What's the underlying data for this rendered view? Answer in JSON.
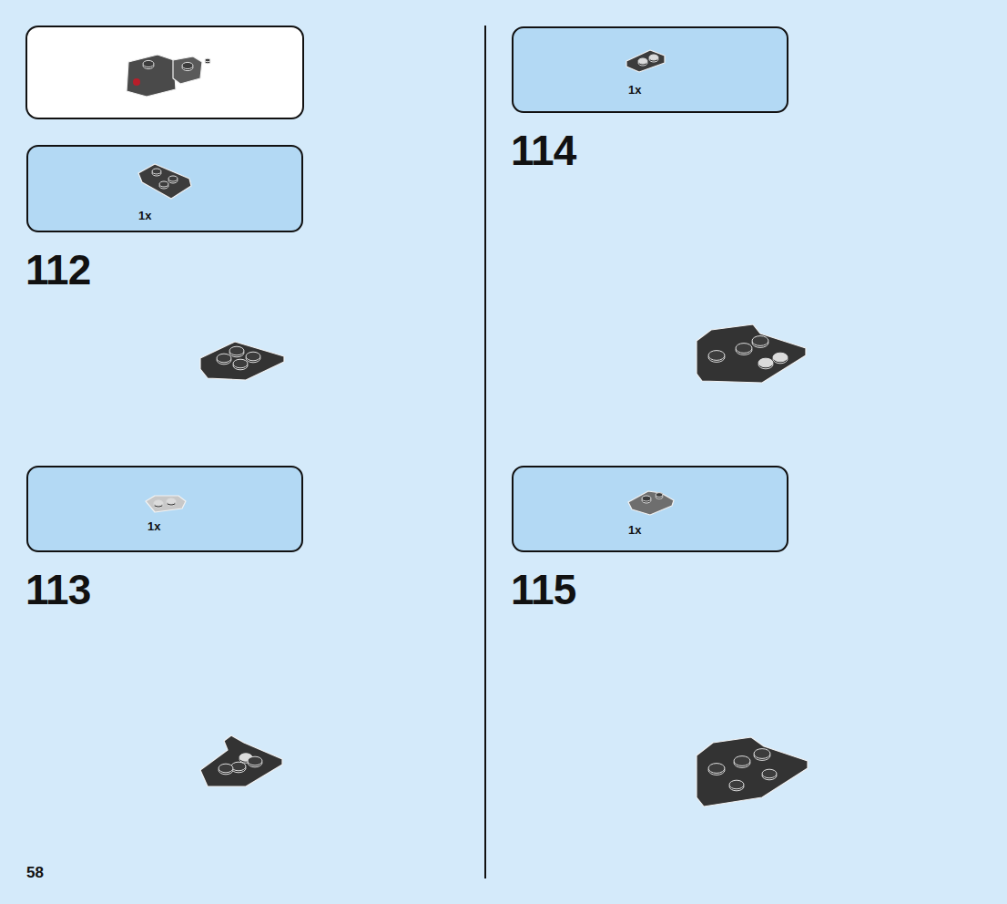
{
  "diagram": {
    "nodes": [
      {
        "text": [
          "1x"
        ]
      },
      {
        "text": [
          "1x"
        ]
      },
      {
        "text": [
          "1x"
        ]
      },
      {
        "text": [
          "1x"
        ]
      }
    ],
    "labels": [
      "112",
      "113",
      "114",
      "115",
      "58"
    ]
  }
}
